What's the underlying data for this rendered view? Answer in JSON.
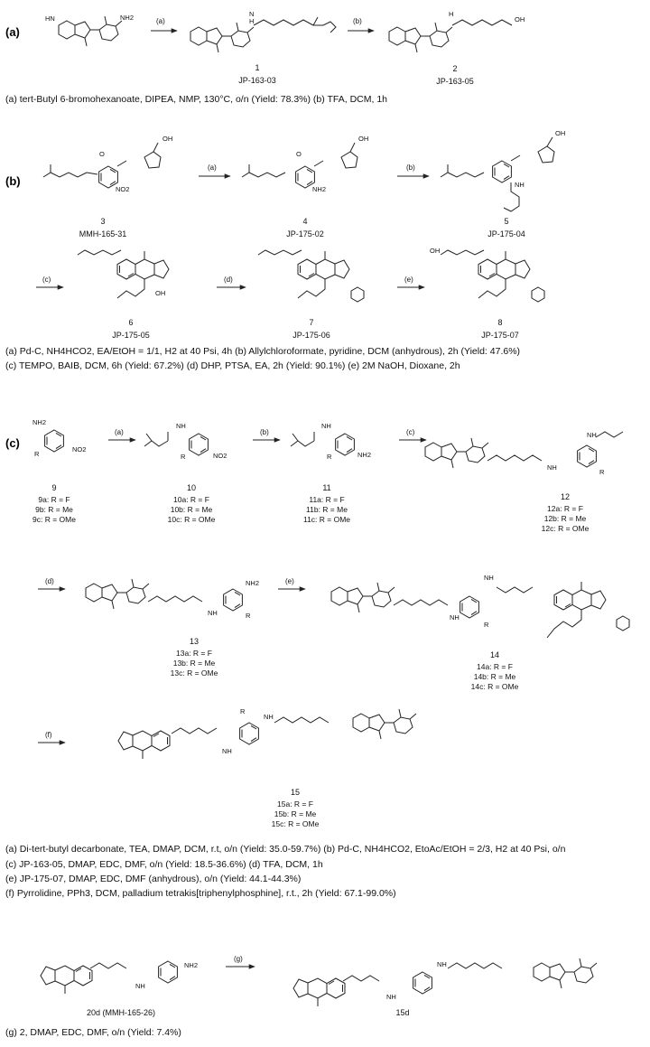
{
  "sections": [
    {
      "id": "a",
      "label": "(a)",
      "compounds": [
        {
          "number": "",
          "code": ""
        },
        {
          "number": "1",
          "code": "JP-163-03"
        },
        {
          "number": "2",
          "code": "JP-163-05"
        }
      ],
      "arrows": [
        "(a)",
        "(b)"
      ],
      "conditions": [
        "(a) tert-Butyl 6-bromohexanoate, DIPEA, NMP, 130°C, o/n (Yield: 78.3%) (b) TFA, DCM, 1h"
      ]
    },
    {
      "id": "b",
      "label": "(b)",
      "compounds": [
        {
          "number": "3",
          "code": "MMH-165-31"
        },
        {
          "number": "4",
          "code": "JP-175-02"
        },
        {
          "number": "5",
          "code": "JP-175-04"
        },
        {
          "number": "6",
          "code": "JP-175-05"
        },
        {
          "number": "7",
          "code": "JP-175-06"
        },
        {
          "number": "8",
          "code": "JP-175-07"
        }
      ],
      "arrows": [
        "(a)",
        "(b)",
        "(c)",
        "(d)",
        "(e)"
      ],
      "conditions": [
        "(a) Pd-C, NH4HCO2, EA/EtOH = 1/1, H2 at 40 Psi, 4h (b) Allylchloroformate, pyridine, DCM (anhydrous), 2h (Yield: 47.6%)",
        "(c) TEMPO, BAIB, DCM, 6h (Yield: 67.2%) (d) DHP, PTSA, EA, 2h (Yield: 90.1%) (e) 2M NaOH, Dioxane, 2h"
      ]
    },
    {
      "id": "c",
      "label": "(c)",
      "compounds": [
        {
          "number": "9",
          "variants": [
            "9a: R = F",
            "9b: R = Me",
            "9c: R = OMe"
          ]
        },
        {
          "number": "10",
          "variants": [
            "10a: R = F",
            "10b: R = Me",
            "10c: R = OMe"
          ]
        },
        {
          "number": "11",
          "variants": [
            "11a: R = F",
            "11b: R = Me",
            "11c: R = OMe"
          ]
        },
        {
          "number": "12",
          "variants": [
            "12a: R = F",
            "12b: R = Me",
            "12c: R = OMe"
          ]
        },
        {
          "number": "13",
          "variants": [
            "13a: R = F",
            "13b: R = Me",
            "13c: R = OMe"
          ]
        },
        {
          "number": "14",
          "variants": [
            "14a: R = F",
            "14b: R = Me",
            "14c: R = OMe"
          ]
        },
        {
          "number": "15",
          "variants": [
            "15a: R = F",
            "15b: R = Me",
            "15c: R = OMe"
          ]
        }
      ],
      "arrows": [
        "(a)",
        "(b)",
        "(c)",
        "(d)",
        "(e)",
        "(f)"
      ],
      "conditions": [
        "(a) Di-tert-butyl decarbonate, TEA, DMAP, DCM, r.t, o/n (Yield: 35.0-59.7%) (b) Pd-C, NH4HCO2, EtoAc/EtOH = 2/3, H2 at 40 Psi, o/n",
        "(c) JP-163-05, DMAP, EDC, DMF, o/n (Yield: 18.5-36.6%) (d) TFA, DCM, 1h",
        "(e) JP-175-07, DMAP, EDC, DMF (anhydrous), o/n (Yield: 44.1-44.3%)",
        "(f) Pyrrolidine, PPh3, DCM, palladium tetrakis[triphenylphosphine], r.t., 2h (Yield: 67.1-99.0%)"
      ]
    },
    {
      "id": "d",
      "label": "",
      "compounds": [
        {
          "number": "20d",
          "code": "(MMH-165-26)"
        },
        {
          "number": "15d",
          "code": ""
        }
      ],
      "arrows": [
        "(g)"
      ],
      "conditions": [
        "(g) 2, DMAP, EDC, DMF, o/n (Yield: 7.4%)"
      ]
    }
  ],
  "atoms": {
    "nh": "NH",
    "nh2": "NH2",
    "oh": "OH",
    "no2": "NO2",
    "o": "O",
    "n": "N",
    "h": "H",
    "r": "R",
    "hn": "HN"
  }
}
